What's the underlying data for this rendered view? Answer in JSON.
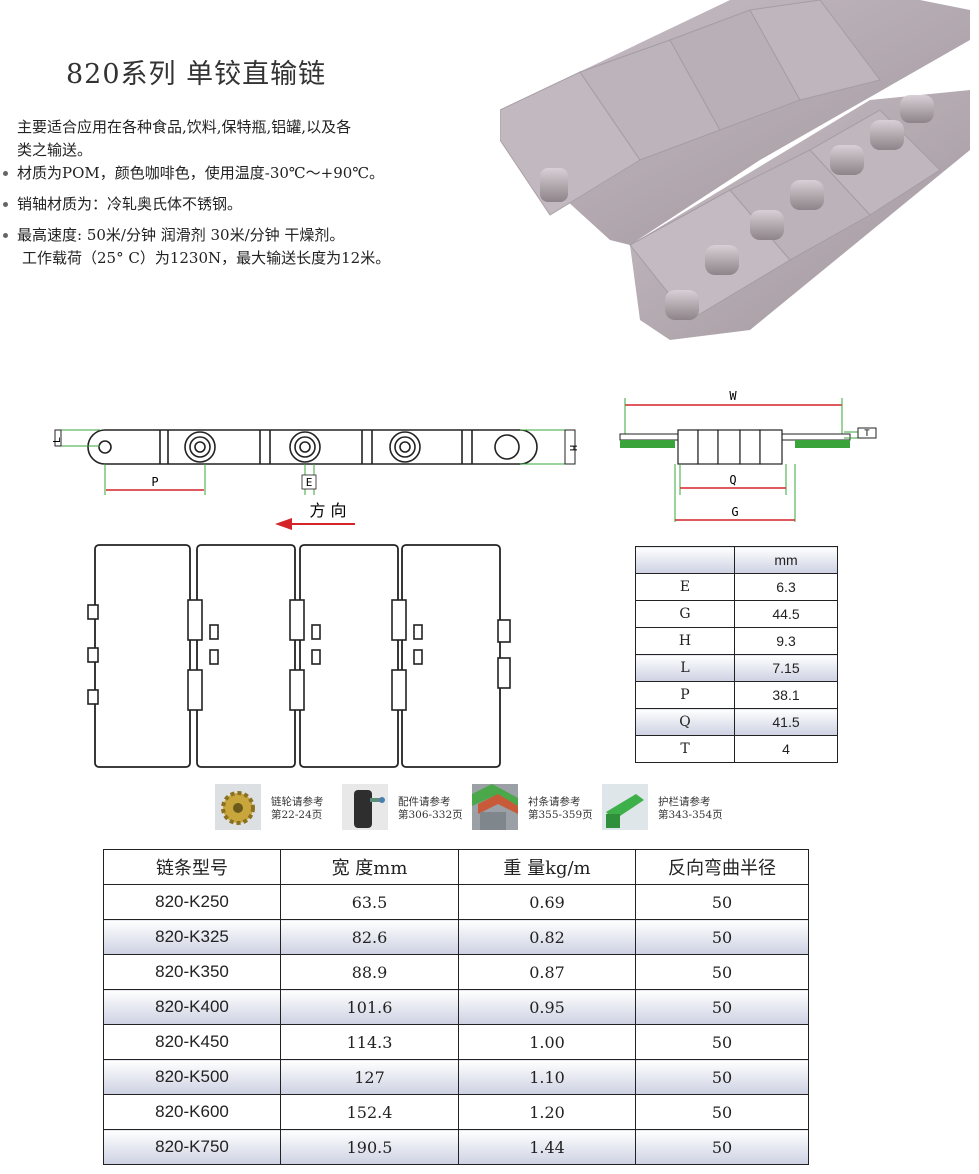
{
  "title": "820系列  单铰直输链",
  "description": [
    "主要适合应用在各种食品,饮料,保特瓶,铝罐,以及各",
    "类之输送。",
    "材质为POM，颜色咖啡色，使用温度-30℃～+90℃。",
    "销轴材质为：冷轧奥氏体不锈钢。",
    "最高速度: 50米/分钟 润滑剂      30米/分钟 干燥剂。",
    "工作载荷（25° C）为1230N，最大输送长度为12米。"
  ],
  "diagram": {
    "labels": {
      "L": "L",
      "P": "P",
      "E": "E",
      "H": "H",
      "W": "W",
      "T": "T",
      "Q": "Q",
      "G": "G"
    },
    "direction_label": "方  向"
  },
  "dims_table": {
    "unit_header": "mm",
    "rows": [
      {
        "key": "E",
        "value": "6.3"
      },
      {
        "key": "G",
        "value": "44.5"
      },
      {
        "key": "H",
        "value": "9.3"
      },
      {
        "key": "L",
        "value": "7.15"
      },
      {
        "key": "P",
        "value": "38.1"
      },
      {
        "key": "Q",
        "value": "41.5"
      },
      {
        "key": "T",
        "value": "4"
      }
    ]
  },
  "references": [
    {
      "line1": "链轮请参考",
      "line2": "第22-24页",
      "icon": "sprocket-icon"
    },
    {
      "line1": "配件请参考",
      "line2": "第306-332页",
      "icon": "accessory-icon"
    },
    {
      "line1": "衬条请参考",
      "line2": "第355-359页",
      "icon": "wear-strip-icon"
    },
    {
      "line1": "护栏请参考",
      "line2": "第343-354页",
      "icon": "guide-rail-icon"
    }
  ],
  "main_table": {
    "headers": [
      "链条型号",
      "宽 度mm",
      "重  量kg/m",
      "反向弯曲半径"
    ],
    "rows": [
      [
        "820-K250",
        "63.5",
        "0.69",
        "50"
      ],
      [
        "820-K325",
        "82.6",
        "0.82",
        "50"
      ],
      [
        "820-K350",
        "88.9",
        "0.87",
        "50"
      ],
      [
        "820-K400",
        "101.6",
        "0.95",
        "50"
      ],
      [
        "820-K450",
        "114.3",
        "1.00",
        "50"
      ],
      [
        "820-K500",
        "127",
        "1.10",
        "50"
      ],
      [
        "820-K600",
        "152.4",
        "1.20",
        "50"
      ],
      [
        "820-K750",
        "190.5",
        "1.44",
        "50"
      ]
    ]
  },
  "colors": {
    "chain": "#b3aab0",
    "accent_red": "#d4242a",
    "dim_green": "#3aa43a",
    "table_band": "#cdd1e2"
  }
}
